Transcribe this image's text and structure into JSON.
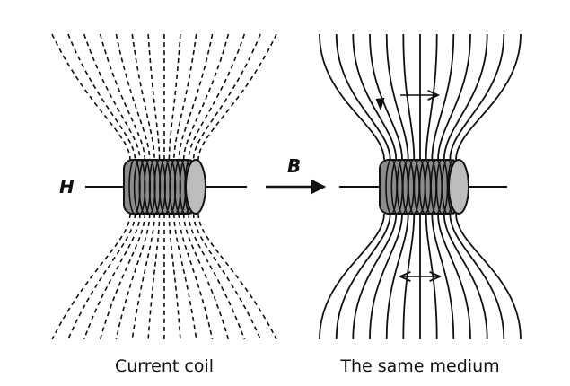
{
  "labels": {
    "h_field": "H",
    "b_field": "B",
    "left_caption": "Current coil",
    "right_caption": "The same medium"
  },
  "left_panel": {
    "line_style": "dashed",
    "line_count": 15
  },
  "right_panel": {
    "line_style": "solid",
    "line_count": 13
  },
  "colors": {
    "ink": "#111111",
    "coil_fill": "#8c8c8c",
    "coil_end": "#bdbdbd"
  }
}
